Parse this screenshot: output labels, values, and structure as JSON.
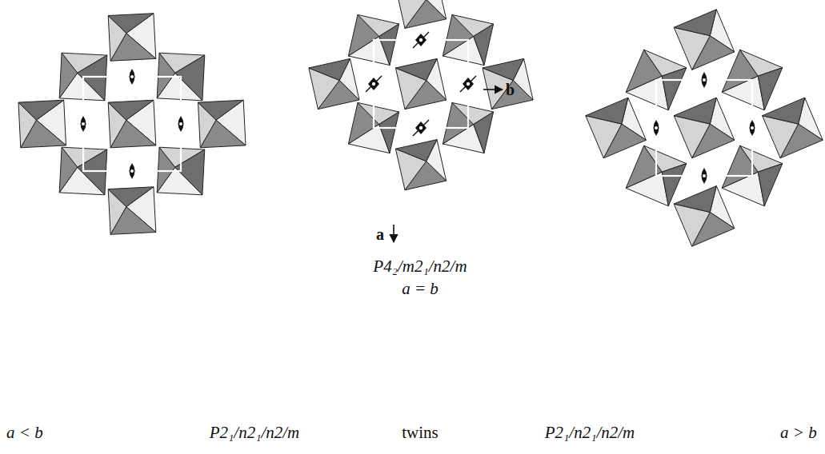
{
  "diagram": {
    "labels": [
      "b",
      "a",
      "P4₂/m2₁/n2/m",
      "a = b",
      "a < b",
      "P2₁/n2₁/n2/m",
      "twins",
      "P2₁/n2₁/n2/m",
      "a > b"
    ]
  }
}
